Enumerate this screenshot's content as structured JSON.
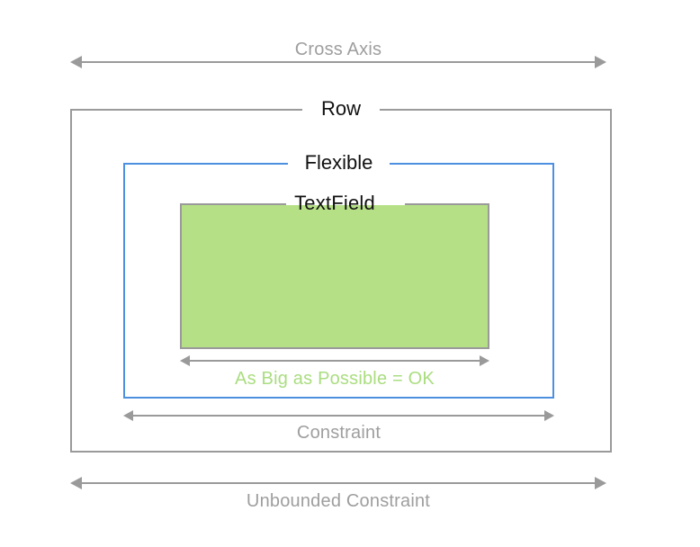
{
  "diagram": {
    "title": "Row with Flexible TextField under unbounded constraint",
    "colors": {
      "gray": "#9a9a9a",
      "gray_text": "#9e9e9e",
      "blue": "#4d90e0",
      "green_fill": "#b5e086",
      "green_text": "#aadd80",
      "black_text": "#111111",
      "background": "#ffffff"
    },
    "top_axis": {
      "label": "Cross Axis",
      "arrow": "double-headed-horizontal-arrow"
    },
    "outer_box": {
      "label": "Row",
      "border_color": "#9a9a9a"
    },
    "flexible_box": {
      "label": "Flexible",
      "border_color": "#4d90e0"
    },
    "textfield_box": {
      "label": "TextField",
      "fill_color": "#b5e086",
      "border_color": "#9a9a9a"
    },
    "textfield_measure": {
      "label": "As Big as Possible = OK",
      "arrow": "double-headed-horizontal-arrow"
    },
    "constraint_measure": {
      "label": "Constraint",
      "arrow": "double-headed-horizontal-arrow"
    },
    "unbounded_measure": {
      "label": "Unbounded Constraint",
      "arrow": "double-headed-horizontal-arrow"
    }
  }
}
